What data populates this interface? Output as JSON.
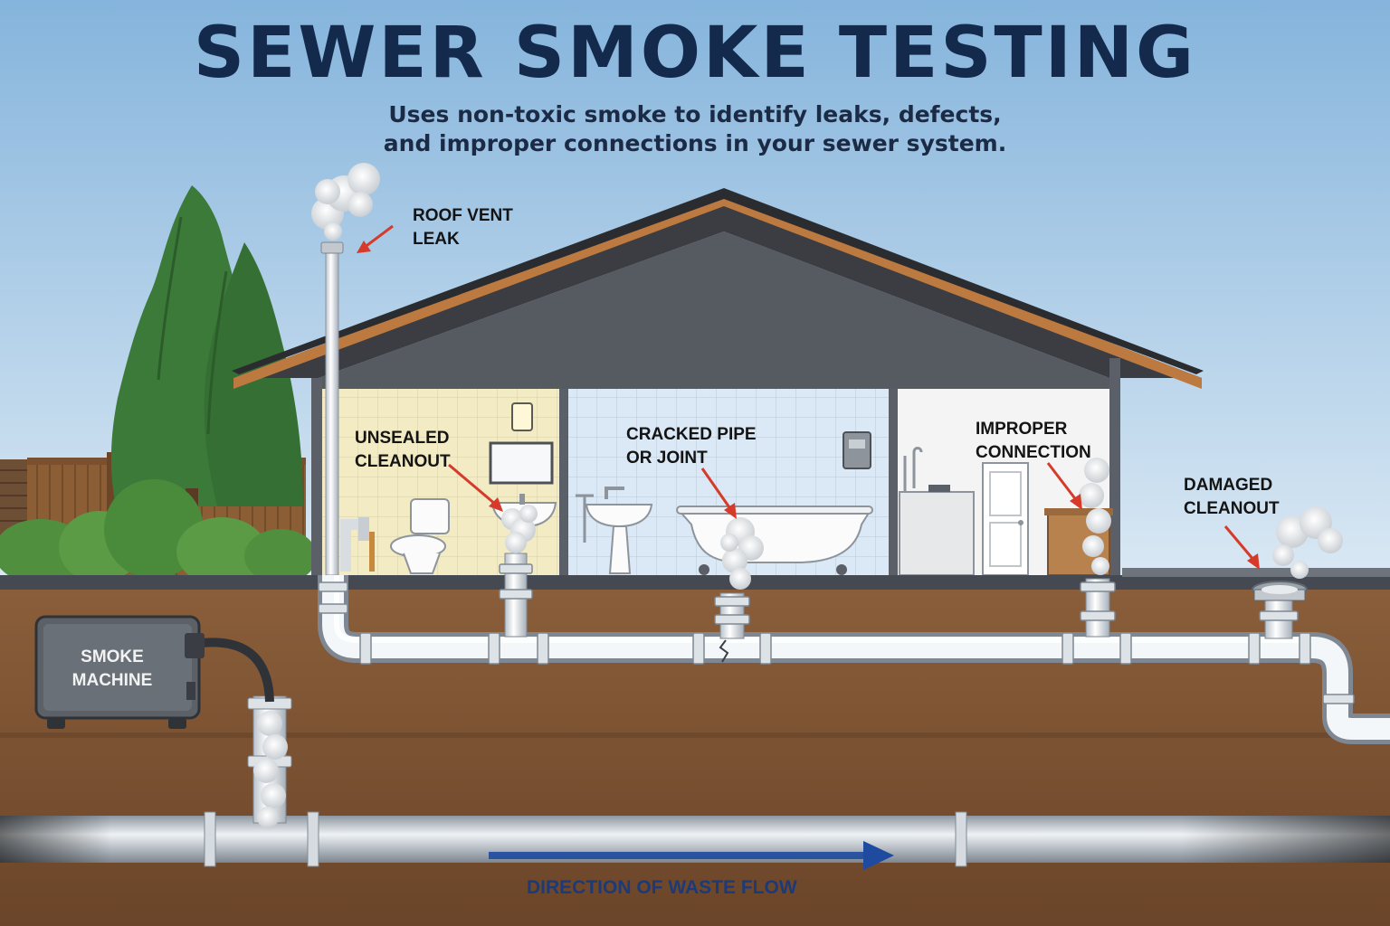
{
  "title": "SEWER SMOKE TESTING",
  "subtitle": {
    "line1": "Uses non-toxic smoke to identify leaks, defects,",
    "line2": "and improper connections in your sewer system."
  },
  "labels": {
    "roof_vent": [
      "ROOF VENT",
      "LEAK"
    ],
    "unsealed_cleanout": [
      "UNSEALED",
      "CLEANOUT"
    ],
    "cracked_pipe": [
      "CRACKED PIPE",
      "OR JOINT"
    ],
    "improper_connection": [
      "IMPROPER",
      "CONNECTION"
    ],
    "damaged_cleanout": [
      "DAMAGED",
      "CLEANOUT"
    ]
  },
  "smoke_machine": [
    "SMOKE",
    "MACHINE"
  ],
  "flow_label": "DIRECTION OF WASTE FLOW",
  "colors": {
    "sky": "#a9cbe8",
    "roof": "#3c3f44",
    "fascia": "#b8733a",
    "soil": "#7a5334",
    "pipe": "#e9eef3",
    "arrow": "#d63a2a",
    "flow_arrow": "#1e4aa0"
  }
}
